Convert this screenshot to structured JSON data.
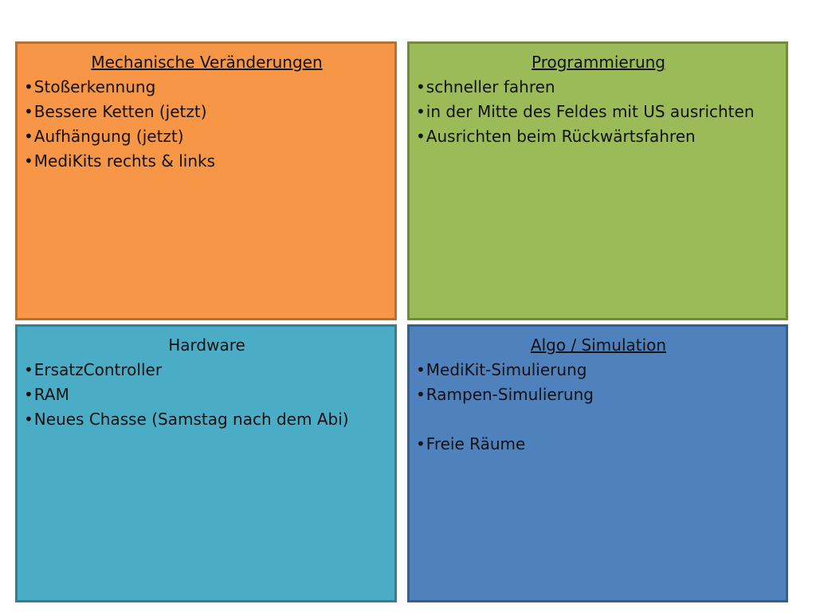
{
  "quadrants": {
    "mech": {
      "title": "Mechanische Veränderungen",
      "color": "#F79646",
      "border": "#B8702F",
      "items": [
        "Stoßerkennung",
        "Bessere Ketten (jetzt)",
        "Aufhängung (jetzt)",
        "MediKits rechts & links"
      ]
    },
    "prog": {
      "title": "Programmierung",
      "color": "#9BBB59",
      "border": "#6F8B3C",
      "items": [
        "schneller fahren",
        "in der Mitte des Feldes mit US ausrichten",
        "Ausrichten beim Rückwärtsfahren"
      ]
    },
    "hw": {
      "title": "Hardware",
      "color": "#4BACC6",
      "border": "#357E92",
      "items": [
        "ErsatzController",
        "RAM",
        "Neues Chasse (Samstag nach dem Abi)"
      ]
    },
    "algo": {
      "title": "Algo / Simulation",
      "color": "#4F81BD",
      "border": "#385D8A",
      "items": [
        "MediKit-Simulierung",
        "Rampen-Simulierung",
        "",
        "Freie Räume"
      ]
    }
  },
  "bullet": "•"
}
